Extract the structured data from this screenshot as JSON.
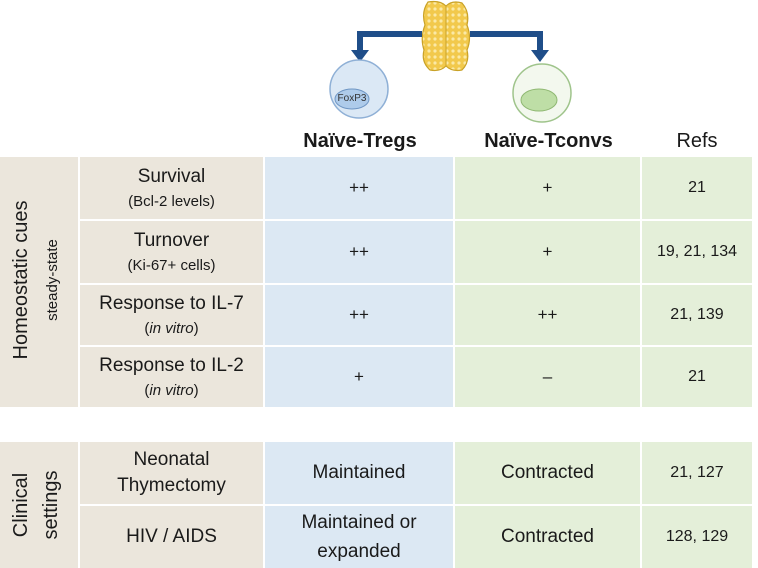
{
  "illustration": {
    "thymus_icon": "thymus-icon",
    "left_cell_label": "FoxP3",
    "arrow_color": "#1f4e89",
    "treg_cell_color": "#c9dcf0",
    "tconv_cell_color": "#dcefd2"
  },
  "headers": {
    "tregs": "Naïve-Tregs",
    "tconvs": "Naïve-Tconvs",
    "refs": "Refs"
  },
  "groups": {
    "homeostatic": {
      "title": "Homeostatic cues",
      "subtitle": "steady-state"
    },
    "clinical": {
      "line1": "Clinical",
      "line2": "settings"
    }
  },
  "homeostatic_rows": [
    {
      "label": "Survival",
      "sublabel": "(Bcl-2 levels)",
      "tregs": "++",
      "tconvs": "+",
      "refs": "21"
    },
    {
      "label": "Turnover",
      "sublabel": "(Ki-67+ cells)",
      "tregs": "++",
      "tconvs": "+",
      "refs": "19, 21, 134"
    },
    {
      "label": "Response to IL-7",
      "sublabel_pre": "(",
      "sublabel_italic": "in vitro",
      "sublabel_post": ")",
      "tregs": "++",
      "tconvs": "++",
      "refs": "21, 139"
    },
    {
      "label": "Response to IL-2",
      "sublabel_pre": "(",
      "sublabel_italic": "in vitro",
      "sublabel_post": ")",
      "tregs": "+",
      "tconvs": "–",
      "refs": "21"
    }
  ],
  "clinical_rows": [
    {
      "label_line1": "Neonatal",
      "label_line2": "Thymectomy",
      "tregs": "Maintained",
      "tconvs": "Contracted",
      "refs": "21, 127"
    },
    {
      "label": "HIV / AIDS",
      "tregs_line1": "Maintained or",
      "tregs_line2": "expanded",
      "tconvs": "Contracted",
      "refs": "128, 129"
    }
  ],
  "colors": {
    "beige": "#ebe6dc",
    "blue": "#dce8f3",
    "green": "#e4efd9"
  }
}
